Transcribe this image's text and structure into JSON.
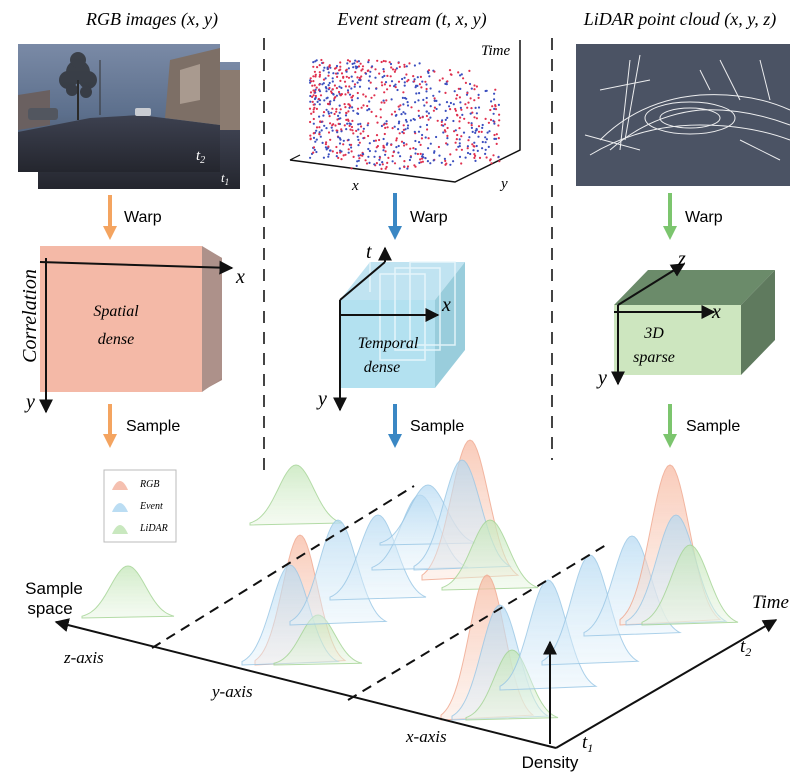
{
  "columns": [
    {
      "title": "RGB images (x, y)",
      "warp": "Warp",
      "sample": "Sample",
      "box_line1": "Spatial",
      "box_line2": "dense"
    },
    {
      "title": "Event stream (t, x, y)",
      "warp": "Warp",
      "sample": "Sample",
      "box_line1": "Temporal",
      "box_line2": "dense"
    },
    {
      "title": "LiDAR point cloud (x, y, z)",
      "warp": "Warp",
      "sample": "Sample",
      "box_line1": "3D",
      "box_line2": "sparse"
    }
  ],
  "rgb_frames": {
    "front": "t",
    "front_sub": "2",
    "back": "t",
    "back_sub": "1"
  },
  "event_plot": {
    "time": "Time",
    "x": "x",
    "y": "y"
  },
  "axes_labels": {
    "x": "x",
    "y": "y",
    "t": "t",
    "z": "z",
    "correlation": "Correlation"
  },
  "legend": [
    "RGB",
    "Event",
    "LiDAR"
  ],
  "bottom": {
    "sample_space_1": "Sample",
    "sample_space_2": "space",
    "z_axis": "z-axis",
    "y_axis": "y-axis",
    "x_axis": "x-axis",
    "density": "Density",
    "time": "Time",
    "t2": "t",
    "t2_sub": "2",
    "t1": "t",
    "t1_sub": "1"
  },
  "colors": {
    "rgb": "#f4a98f",
    "event": "#a9d3ef",
    "lidar": "#bde3b2",
    "arrow_rgb": "#f4a460",
    "arrow_event": "#3a87c4",
    "arrow_lidar": "#7cc56e"
  }
}
